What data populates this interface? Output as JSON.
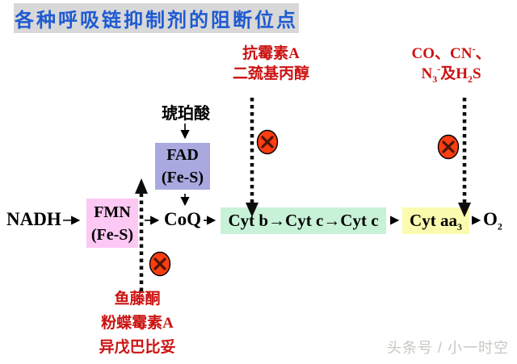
{
  "title": "各种呼吸链抑制剂的阻断位点",
  "inhibitors": {
    "antimycin": {
      "line1": "抗霉素A",
      "line2": "二巯基丙醇"
    },
    "co_group": {
      "l1_main": "CO、CN",
      "l1_sup": "-",
      "l1_tail": "、",
      "l2_n": "N",
      "l2_sub3": "3",
      "l2_sup": "-",
      "l2_mid": "及H",
      "l2_sub2": "2",
      "l2_tail": "S"
    },
    "rotenone": {
      "line1": "鱼藤酮",
      "line2": "粉蝶霉素A",
      "line3": "异戊巴比妥"
    }
  },
  "chain": {
    "succinate": "琥珀酸",
    "fad": {
      "line1": "FAD",
      "line2": "(Fe-S)"
    },
    "fmn": {
      "line1": "FMN",
      "line2": "(Fe-S)"
    },
    "nadh": "NADH",
    "coq": "CoQ",
    "cyt_bc": "Cyt b→Cyt c→Cyt c",
    "cyt_aa3": {
      "main": "Cyt aa",
      "sub": "3"
    },
    "o2": {
      "main": "O",
      "sub": "2"
    }
  },
  "watermark": "头条号 / 小一时空",
  "colors": {
    "title_text": "#1e5ad2",
    "title_bg": "#d8d8d8",
    "inhibitor_text": "#cc1212",
    "fad_box_bg": "#a9a9e0",
    "fmn_box_bg": "#fec8f4",
    "cyt_bc_box_bg": "#c8f2d8",
    "cyt_aa3_box_bg": "#fbfbb0",
    "block_circle_fill": "#fd3d12",
    "block_circle_stroke": "#000000",
    "block_x_color": "#4a1708",
    "line_color": "#000000"
  }
}
